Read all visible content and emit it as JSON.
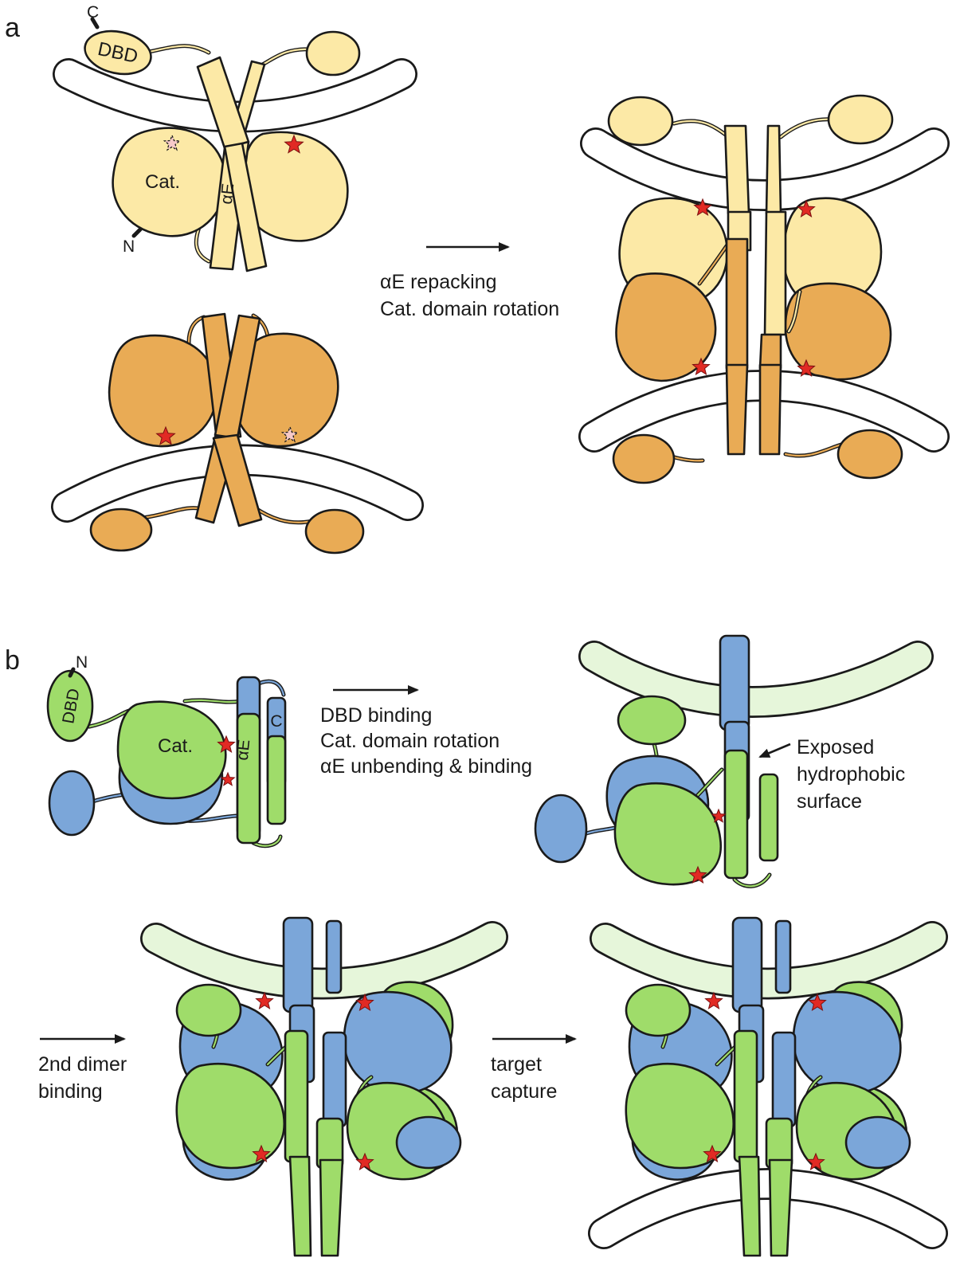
{
  "panel_labels": {
    "a": "a",
    "b": "b"
  },
  "panel_a": {
    "monomer_labels": {
      "c_terminus": "C",
      "dbd": "DBD",
      "n_terminus": "N",
      "cat": "Cat.",
      "alpha_e": "αE"
    },
    "transition": {
      "line1": "αE repacking",
      "line2": "Cat. domain rotation"
    }
  },
  "panel_b": {
    "monomer_labels": {
      "n_terminus": "N",
      "dbd": "DBD",
      "cat": "Cat.",
      "alpha_e": "αE",
      "c_terminus": "C"
    },
    "transition1": {
      "line1": "DBD binding",
      "line2": "Cat. domain rotation",
      "line3": "αE unbending & binding"
    },
    "annotation": {
      "line1": "Exposed",
      "line2": "hydrophobic",
      "line3": "surface"
    },
    "transition2": {
      "line1": "2nd dimer",
      "line2": "binding"
    },
    "transition3": {
      "line1": "target",
      "line2": "capture"
    }
  },
  "colors": {
    "yellow": "#fce9a6",
    "orange": "#e9ab55",
    "green": "#9fdc6a",
    "blue": "#7ba6d9",
    "dna_white": "#ffffff",
    "dna_pale_green": "#e6f6da",
    "star_red": "#e12a24",
    "outline": "#1a1a1a"
  }
}
